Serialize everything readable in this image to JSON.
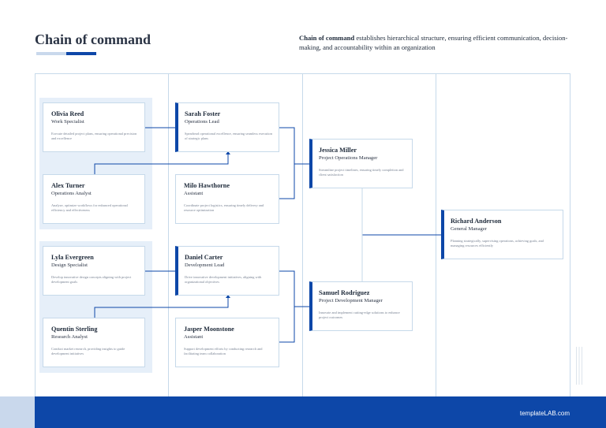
{
  "header": {
    "title": "Chain of command",
    "description_bold": "Chain of command",
    "description_rest": " establishes hierarchical structure, ensuring efficient communication, decision-making, and accountability within an organization"
  },
  "people": [
    {
      "id": "olivia",
      "name": "Olivia Reed",
      "role": "Work Specialist",
      "text": "Execute detailed project plans, ensuring operational precision and excellence"
    },
    {
      "id": "alex",
      "name": "Alex Turner",
      "role": "Operations Analyst",
      "text": "Analyze, optimize workflows for enhanced operational efficiency and effectiveness"
    },
    {
      "id": "lyla",
      "name": "Lyla Evergreen",
      "role": "Design Specialist",
      "text": "Develop innovative design concepts aligning with project development goals"
    },
    {
      "id": "quentin",
      "name": "Quentin Sterling",
      "role": "Research Analyst",
      "text": "Conduct market research, providing insights to guide development initiatives"
    },
    {
      "id": "sarah",
      "name": "Sarah Foster",
      "role": "Operations Lead",
      "text": "Spearhead operational excellence, ensuring seamless execution of strategic plans"
    },
    {
      "id": "milo",
      "name": "Milo Hawthorne",
      "role": "Assistant",
      "text": "Coordinate project logistics, ensuring timely delivery and resource optimization"
    },
    {
      "id": "daniel",
      "name": "Daniel Carter",
      "role": "Development Lead",
      "text": "Drive innovative development initiatives, aligning with organizational objectives"
    },
    {
      "id": "jasper",
      "name": "Jasper Moonstone",
      "role": "Assistant",
      "text": "Support development efforts by conducting research and facilitating team collaboration"
    },
    {
      "id": "jessica",
      "name": "Jessica Miller",
      "role": "Project Operations Manager",
      "text": "Streamline project timelines, ensuring timely completion and client satisfaction"
    },
    {
      "id": "samuel",
      "name": "Samuel Rodriguez",
      "role": "Project Development Manager",
      "text": "Innovate and implement cutting-edge solutions to enhance project outcomes"
    },
    {
      "id": "richard",
      "name": "Richard Anderson",
      "role": "General Manager",
      "text": "Planning strategically, supervising operations, achieving goals, and managing resources efficiently"
    }
  ],
  "footer": {
    "brand": "templateLAB.com"
  },
  "colors": {
    "accent": "#0d47a8",
    "light_accent": "#c9d8ec",
    "group_background": "#e6eff9",
    "border": "#c6d9ea"
  }
}
